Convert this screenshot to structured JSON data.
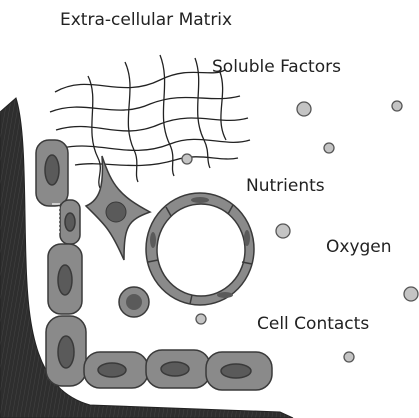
{
  "labels": {
    "ecm": "Extra-cellular Matrix",
    "soluble": "Soluble Factors",
    "nutrients": "Nutrients",
    "oxygen": "Oxygen",
    "contacts": "Cell Contacts"
  },
  "colors": {
    "tissue": "#2e2e2e",
    "cell_fill": "#8a8a8a",
    "nucleus": "#5a5a5a",
    "particle": "#c4c4c4",
    "outline": "#3a3a3a"
  }
}
